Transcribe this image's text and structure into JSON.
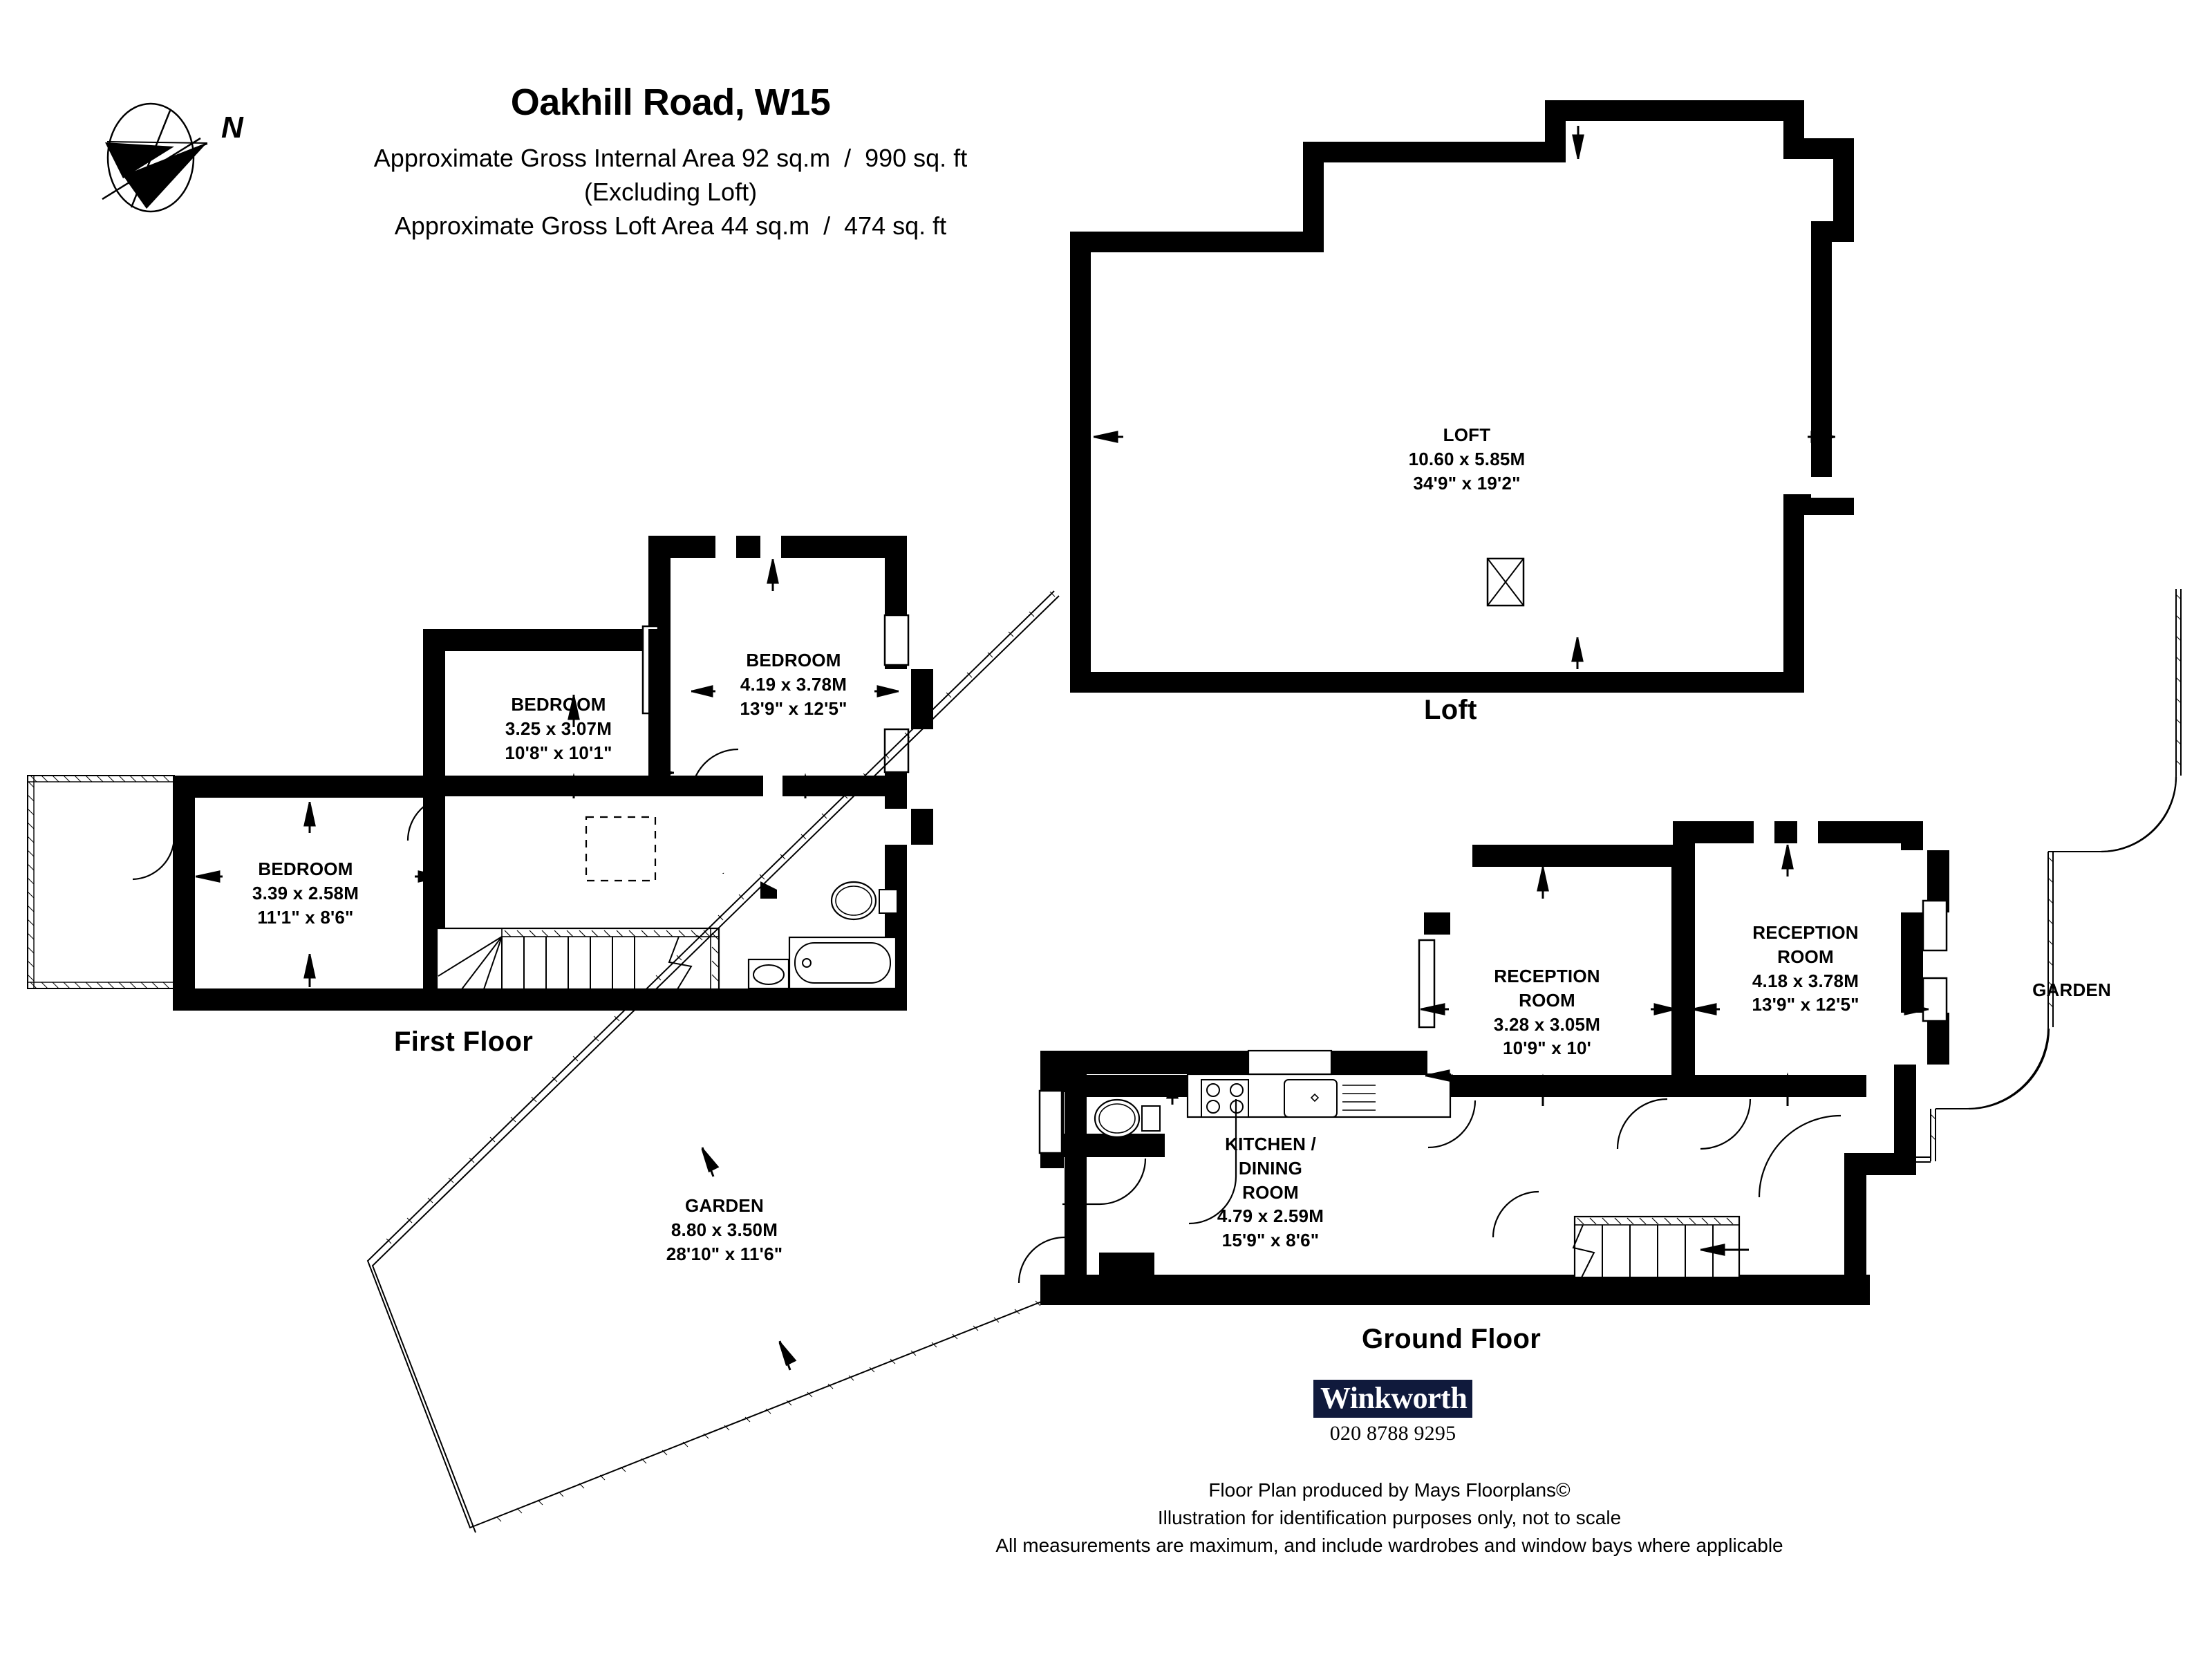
{
  "header": {
    "title": "Oakhill Road, W15",
    "line1": "Approximate Gross Internal Area 92 sq.m  /  990 sq. ft",
    "line2": "(Excluding Loft)",
    "line3": "Approximate Gross Loft Area 44 sq.m  /  474 sq. ft"
  },
  "compass": {
    "label": "N",
    "icon": "compass-north-arrow"
  },
  "floors": [
    {
      "id": "loft",
      "caption": "Loft"
    },
    {
      "id": "first",
      "caption": "First Floor"
    },
    {
      "id": "ground",
      "caption": "Ground Floor"
    }
  ],
  "rooms": {
    "loft": {
      "name": "LOFT",
      "metric": "10.60 x 5.85M",
      "imperial": "34'9\" x 19'2\""
    },
    "first_bedroom_rear": {
      "name": "BEDROOM",
      "metric": "3.39 x 2.58M",
      "imperial": "11'1\" x 8'6\""
    },
    "first_bedroom_middle": {
      "name": "BEDROOM",
      "metric": "3.25 x 3.07M",
      "imperial": "10'8\" x 10'1\""
    },
    "first_bedroom_front": {
      "name": "BEDROOM",
      "metric": "4.19 x 3.78M",
      "imperial": "13'9\" x 12'5\""
    },
    "ground_kitchen_dining": {
      "name_line1": "KITCHEN /",
      "name_line2": "DINING",
      "name_line3": "ROOM",
      "metric": "4.79 x 2.59M",
      "imperial": "15'9\" x 8'6\""
    },
    "ground_reception_rear": {
      "name_line1": "RECEPTION",
      "name_line2": "ROOM",
      "metric": "3.28 x 3.05M",
      "imperial": "10'9\" x 10'"
    },
    "ground_reception_front": {
      "name_line1": "RECEPTION",
      "name_line2": "ROOM",
      "metric": "4.18 x 3.78M",
      "imperial": "13'9\" x 12'5\""
    },
    "garden_main": {
      "name": "GARDEN",
      "metric": "8.80 x 3.50M",
      "imperial": "28'10\" x 11'6\""
    },
    "garden_side": {
      "name": "GARDEN"
    }
  },
  "footer": {
    "logo_text": "Winkworth",
    "phone": "020 8788 9295",
    "note1": "Floor Plan produced by Mays Floorplans©",
    "note2": "Illustration for identification purposes only, not to scale",
    "note3": "All measurements are maximum, and include wardrobes and window bays where applicable"
  },
  "colors": {
    "wall": "#000000",
    "paper": "#ffffff",
    "brand_navy": "#101a3c",
    "text": "#000000"
  }
}
